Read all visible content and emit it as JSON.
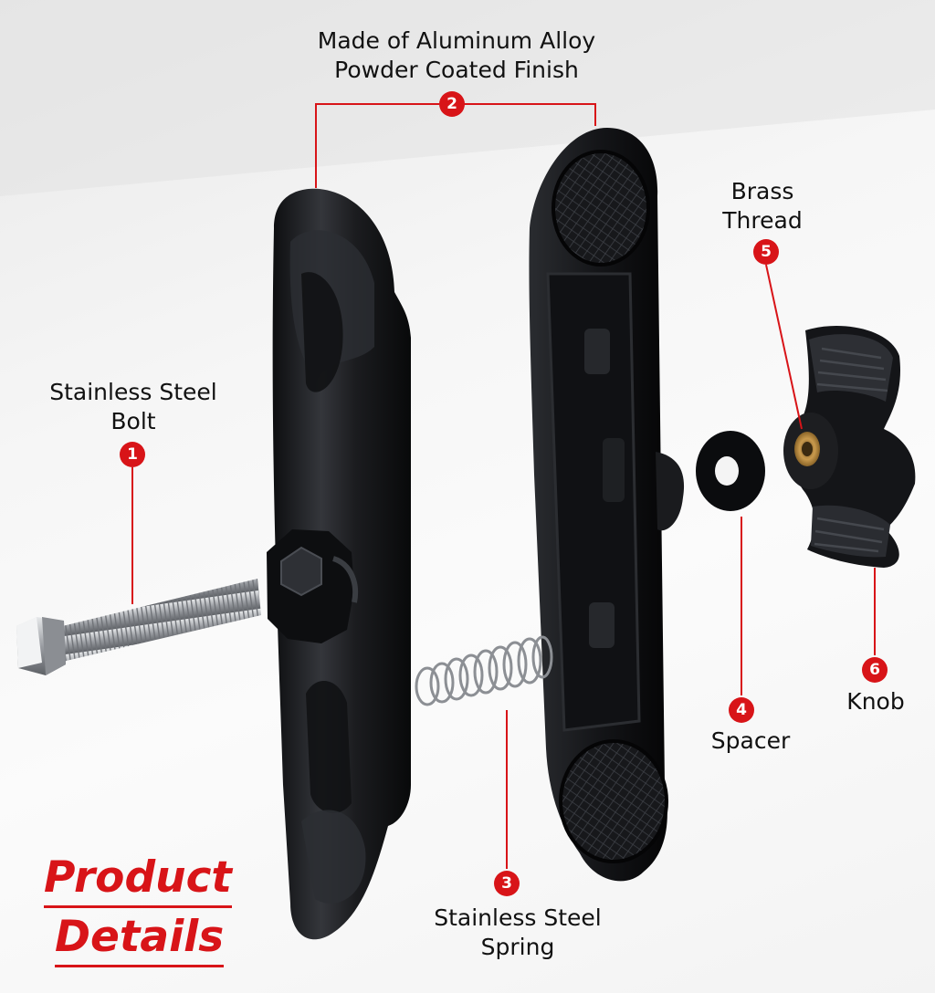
{
  "colors": {
    "accent": "#d81418",
    "text": "#111111",
    "metal": "#1b1c1f",
    "steel": "#b9bcc0"
  },
  "title": {
    "line1": "Product",
    "line2": "Details"
  },
  "callouts": [
    {
      "number": "1",
      "line1": "Stainless Steel",
      "line2": "Bolt"
    },
    {
      "number": "2",
      "line1": "Made of Aluminum Alloy",
      "line2": "Powder Coated Finish"
    },
    {
      "number": "3",
      "line1": "Stainless Steel",
      "line2": "Spring"
    },
    {
      "number": "4",
      "line1": "Spacer",
      "line2": ""
    },
    {
      "number": "5",
      "line1": "Brass",
      "line2": "Thread"
    },
    {
      "number": "6",
      "line1": "Knob",
      "line2": ""
    }
  ]
}
